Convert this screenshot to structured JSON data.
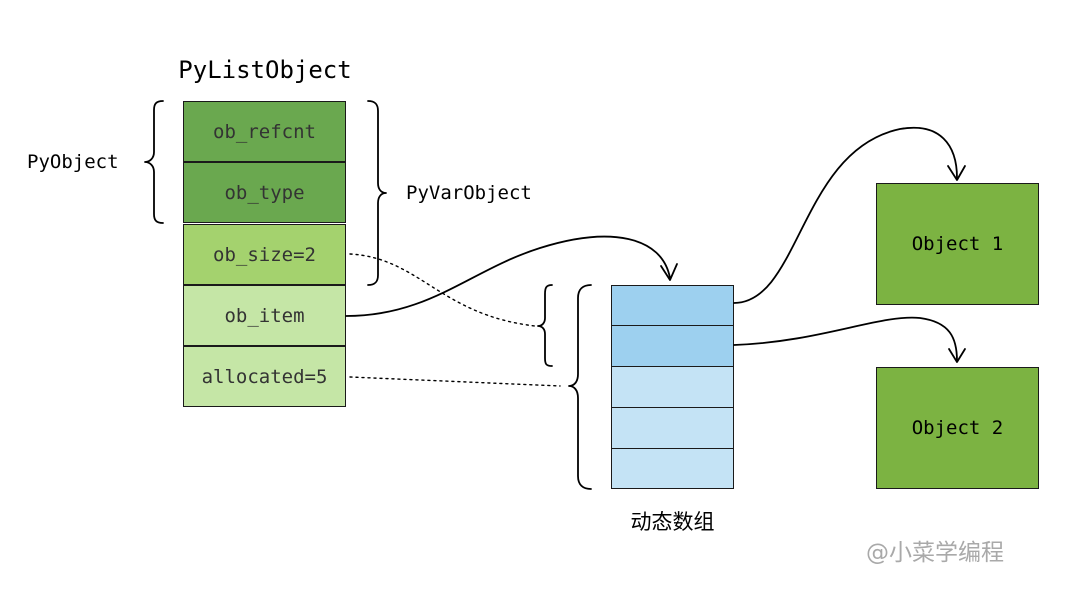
{
  "title": "PyListObject",
  "fields": [
    {
      "label": "ob_refcnt",
      "color": "#6aa84f"
    },
    {
      "label": "ob_type",
      "color": "#6aa84f"
    },
    {
      "label": "ob_size=2",
      "color": "#a4d26e"
    },
    {
      "label": "ob_item",
      "color": "#c5e6a6"
    },
    {
      "label": "allocated=5",
      "color": "#c5e6a6"
    }
  ],
  "pyobject_label": "PyObject",
  "pyvarobject_label": "PyVarObject",
  "dynamic_array": {
    "caption": "动态数组",
    "slots_total": 5,
    "slots_used": 2,
    "used_color": "#9dd0ef",
    "free_color": "#c4e3f5"
  },
  "objects": [
    {
      "label": "Object 1"
    },
    {
      "label": "Object 2"
    }
  ],
  "watermark": "@小菜学编程"
}
